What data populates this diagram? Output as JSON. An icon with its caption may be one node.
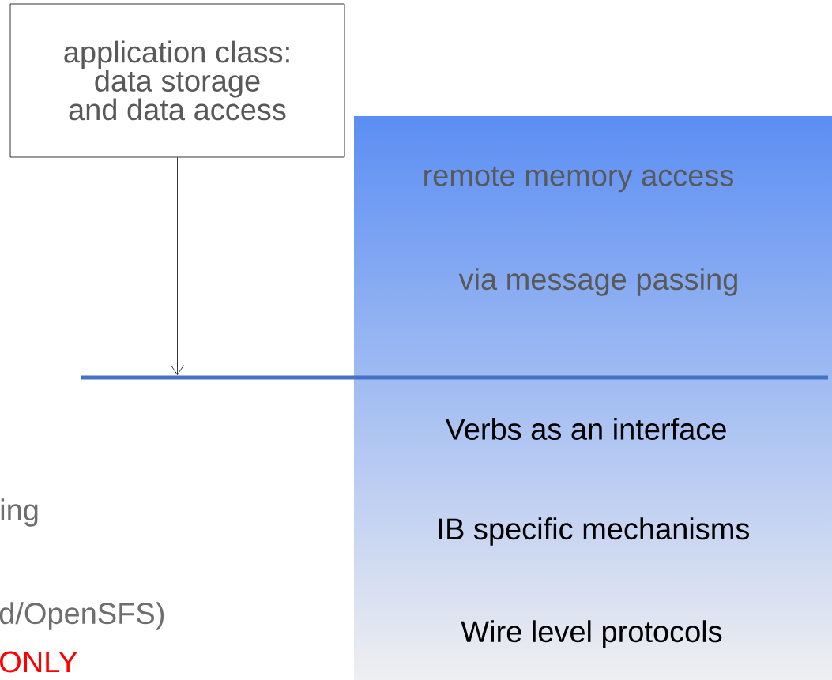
{
  "diagram": {
    "nodes": [
      {
        "text": [
          "application class: data storage and data access"
        ]
      },
      {
        "text": [],
        "shape": "bar"
      },
      {
        "text": [
          "remote memory access",
          "via message passing",
          "Verbs as an interface",
          "IB specific mechanisms",
          "Wire level protocols"
        ]
      }
    ],
    "edges": [
      {
        "from": 0,
        "to": 1,
        "arrow": "to"
      }
    ],
    "labels": [
      "ing",
      "d/OpenSFS)",
      "ONLY"
    ]
  }
}
